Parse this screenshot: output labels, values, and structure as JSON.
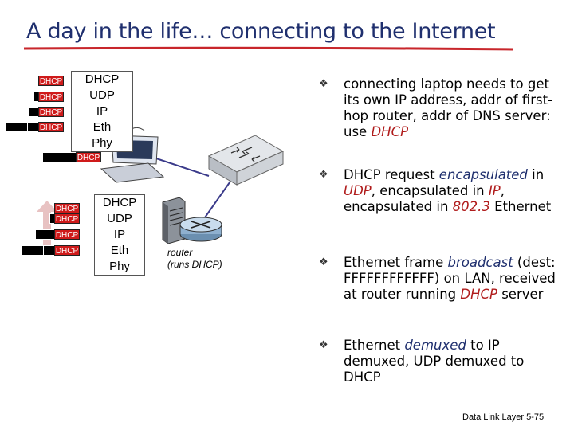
{
  "title": "A day in the life… connecting to the Internet",
  "laptop_stack": [
    "DHCP",
    "UDP",
    "IP",
    "Eth",
    "Phy"
  ],
  "router_stack": [
    "DHCP",
    "UDP",
    "IP",
    "Eth",
    "Phy"
  ],
  "packet_label": "DHCP",
  "router_label": [
    "router",
    "(runs DHCP)"
  ],
  "bullets": [
    {
      "parts": [
        {
          "t": "connecting laptop needs to get its own IP address, addr of first-hop router, addr of DNS server: use "
        },
        {
          "t": "DHCP",
          "c": "red"
        }
      ]
    },
    {
      "parts": [
        {
          "t": "DHCP request "
        },
        {
          "t": "encapsulated",
          "c": "navy"
        },
        {
          "t": " in "
        },
        {
          "t": "UDP",
          "c": "red"
        },
        {
          "t": ", encapsulated in "
        },
        {
          "t": "IP",
          "c": "red"
        },
        {
          "t": ", encapsulated in "
        },
        {
          "t": "802.3",
          "c": "red"
        },
        {
          "t": " Ethernet"
        }
      ]
    },
    {
      "parts": [
        {
          "t": "Ethernet frame "
        },
        {
          "t": "broadcast",
          "c": "navy"
        },
        {
          "t": " (dest: FFFFFFFFFFFF) on LAN, received at router running "
        },
        {
          "t": "DHCP",
          "c": "red"
        },
        {
          "t": " server"
        }
      ]
    },
    {
      "parts": [
        {
          "t": "Ethernet "
        },
        {
          "t": "demuxed",
          "c": "navy"
        },
        {
          "t": " to IP demuxed, UDP demuxed to DHCP"
        }
      ]
    }
  ],
  "footer": "Data Link Layer  5-75",
  "colors": {
    "title": "#1f2f6e",
    "accent_red": "#b01c1c",
    "packet_red": "#cf1a1a"
  }
}
